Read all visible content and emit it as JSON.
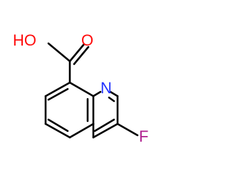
{
  "colors": {
    "bond": "#000000",
    "oxygen": "#ff0d0d",
    "nitrogen": "#2233ff",
    "fluorine": "#b0208f"
  },
  "atoms": {
    "hydroxyl": "HO",
    "carbonyl_oxygen": "O",
    "ring_nitrogen": "N",
    "fluorine": "F"
  }
}
